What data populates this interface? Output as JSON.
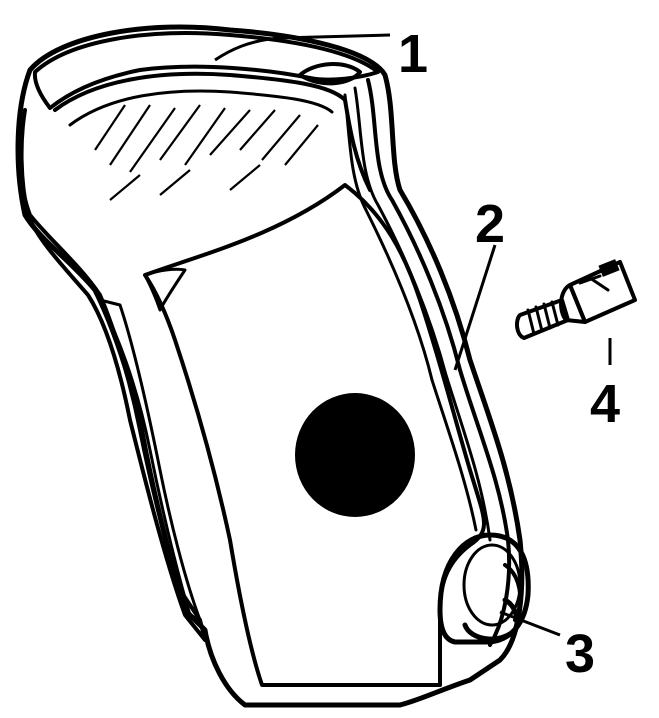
{
  "diagram": {
    "callouts": [
      {
        "id": "1",
        "label": "1"
      },
      {
        "id": "2",
        "label": "2"
      },
      {
        "id": "3",
        "label": "3"
      },
      {
        "id": "4",
        "label": "4"
      }
    ],
    "colors": {
      "ink": "#000000",
      "paper": "#ffffff"
    },
    "parts": [
      {
        "name": "grip-panel-icon"
      },
      {
        "name": "knurled-checkering-icon"
      },
      {
        "name": "star-screw-head-icon"
      },
      {
        "name": "locking-loop-icon"
      },
      {
        "name": "grip-screw-icon"
      }
    ]
  }
}
